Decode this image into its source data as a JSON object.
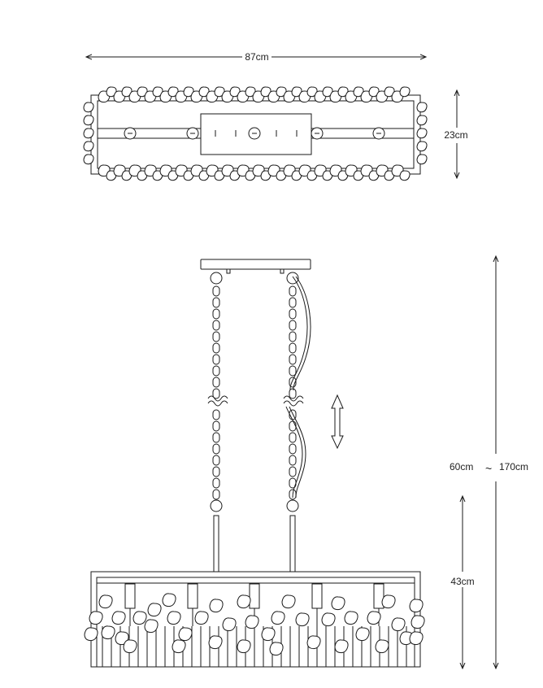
{
  "dimensions": {
    "width": "87cm",
    "depth": "23cm",
    "range_min": "60cm",
    "range_sep": "~",
    "range_max": "170cm",
    "body_height": "43cm"
  },
  "colors": {
    "line": "#1a1a1a",
    "background": "#ffffff"
  },
  "icons": {
    "adjust_arrow": "double-vertical-arrow-icon"
  }
}
